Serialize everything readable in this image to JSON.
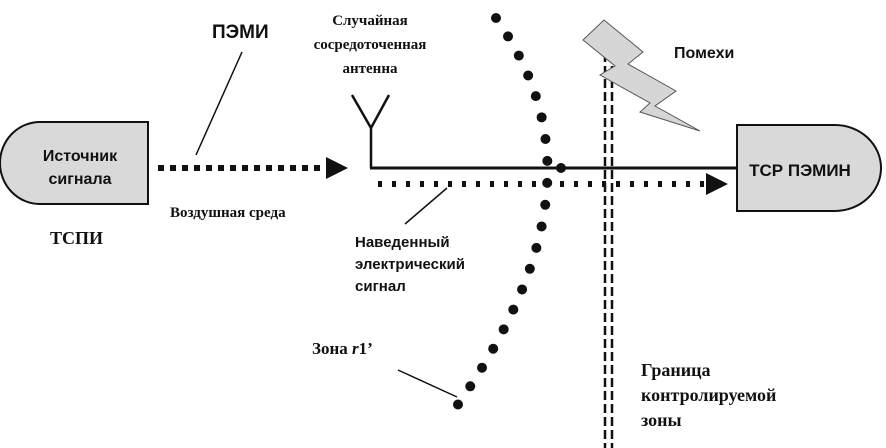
{
  "diagram": {
    "source": {
      "line1": "Источник",
      "line2": "сигнала"
    },
    "source_caption": "ТСПИ",
    "receiver": {
      "label": "ТСР ПЭМИН"
    },
    "pemi_label": "ПЭМИ",
    "air_label": "Воздушная среда",
    "antenna": {
      "line1": "Случайная",
      "line2": "сосредоточенная",
      "line3": "антенна"
    },
    "interference_label": "Помехи",
    "induced": {
      "line1": "Наведенный",
      "line2": "электрический",
      "line3": "сигнал"
    },
    "zone": {
      "prefix": "Зона ",
      "var": "r",
      "suffix": "1’"
    },
    "boundary": {
      "line1": "Граница",
      "line2": "контролируемой",
      "line3": "зоны"
    },
    "colors": {
      "ink": "#111111",
      "box_fill": "#d9d9d9",
      "lightning_fill": "#d6d6d6"
    }
  }
}
